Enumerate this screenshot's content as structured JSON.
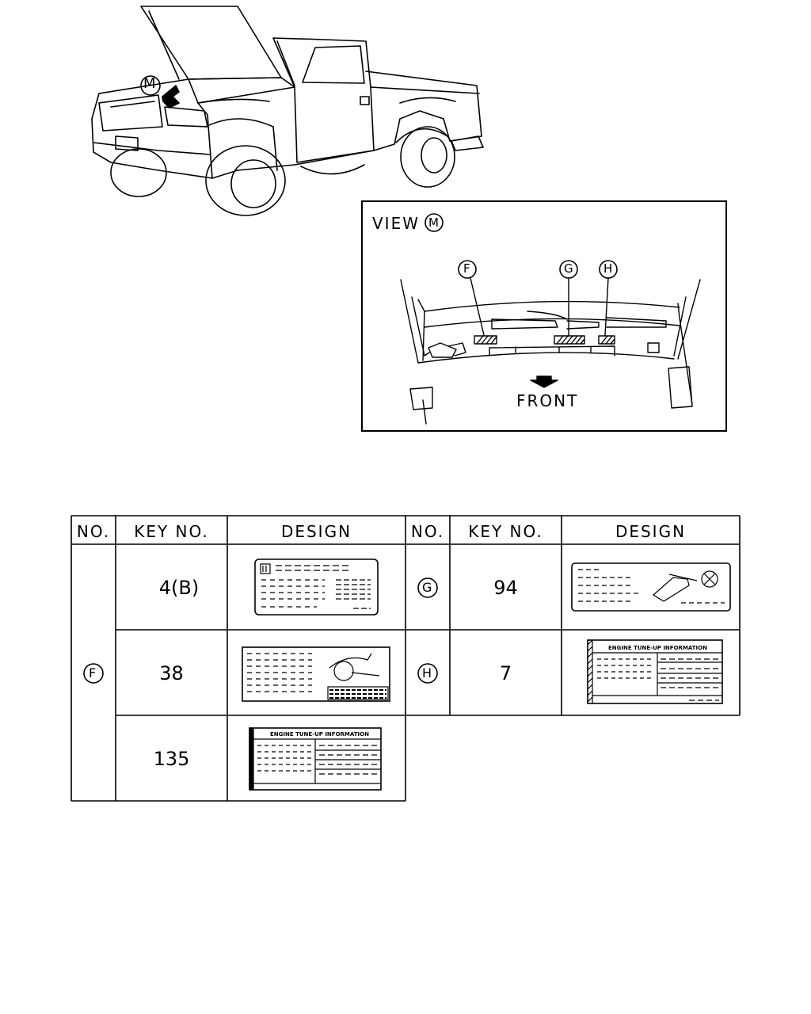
{
  "view": {
    "callout_letter": "M",
    "title": "VIEW",
    "front_label": "FRONT",
    "markers": [
      "F",
      "G",
      "H"
    ]
  },
  "table": {
    "headers": [
      "NO.",
      "KEY NO.",
      "DESIGN",
      "NO.",
      "KEY NO.",
      "DESIGN"
    ],
    "left_group": {
      "no": "F",
      "rows": [
        {
          "key_no": "4(B)",
          "design": "label-warning-text"
        },
        {
          "key_no": "38",
          "design": "label-diagram"
        },
        {
          "key_no": "135",
          "design": "label-engine-tune-up"
        }
      ]
    },
    "right_groups": [
      {
        "no": "G",
        "key_no": "94",
        "design": "label-caution-tool"
      },
      {
        "no": "H",
        "key_no": "7",
        "design": "label-engine-tune-up"
      }
    ],
    "tune_up_heading": "ENGINE TUNE-UP INFORMATION"
  }
}
